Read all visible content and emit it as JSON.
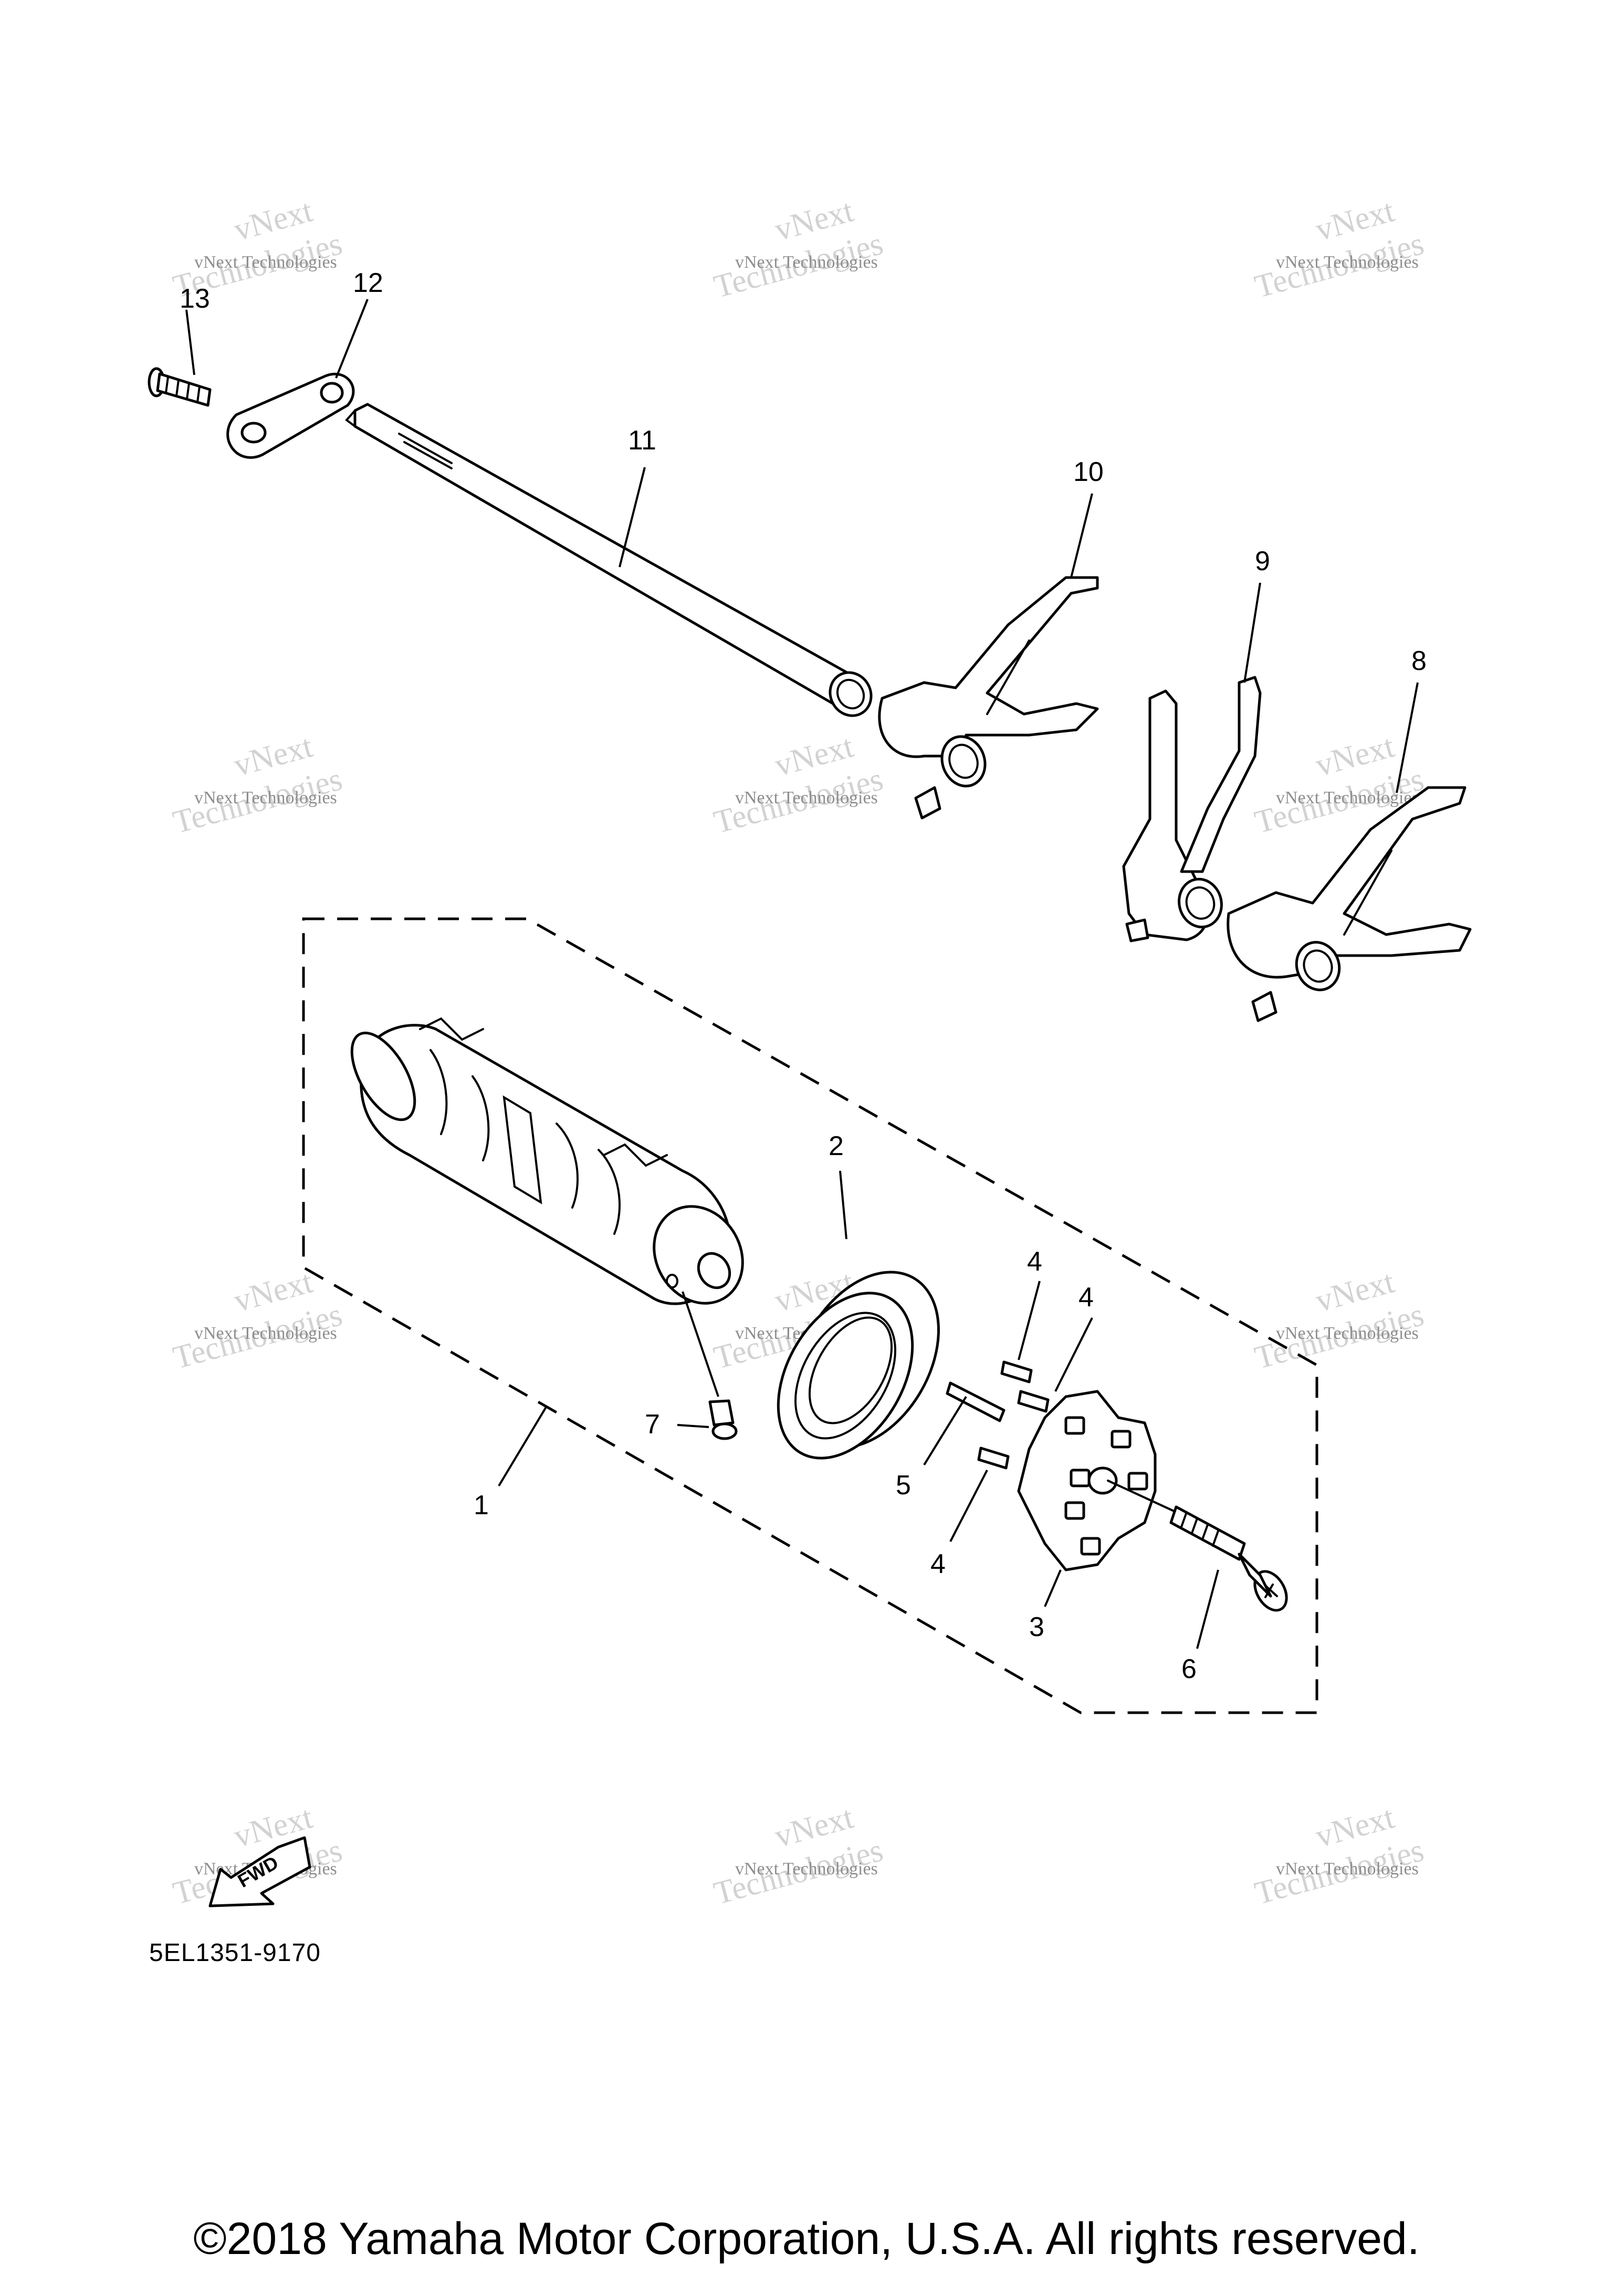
{
  "diagram": {
    "callouts": [
      "1",
      "2",
      "3",
      "4",
      "4",
      "4",
      "5",
      "6",
      "7",
      "8",
      "9",
      "10",
      "11",
      "12",
      "13"
    ],
    "diagram_code": "5EL1351-9170",
    "fwd_label": "FWD",
    "copyright": "©2018 Yamaha Motor Corporation, U.S.A. All rights reserved."
  },
  "watermark": {
    "line1": "vNext Technologies",
    "line2": "vNext",
    "line3": "Technologies"
  }
}
